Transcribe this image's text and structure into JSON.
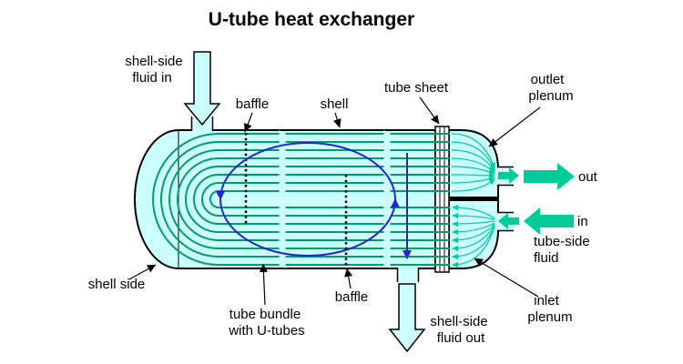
{
  "title": "U-tube heat exchanger",
  "colors": {
    "shell": "#ccffff",
    "pale": "#ccffff",
    "tube": "#009e60",
    "teal": "#00cc99",
    "blue": "#2222dd"
  },
  "labels": {
    "shell_side_fluid_in_1": "shell-side",
    "shell_side_fluid_in_2": "fluid in",
    "baffle_top": "baffle",
    "shell": "shell",
    "tube_sheet": "tube sheet",
    "outlet_plenum_1": "outlet",
    "outlet_plenum_2": "plenum",
    "out": "out",
    "in": "in",
    "tube_side_fluid_1": "tube-side",
    "tube_side_fluid_2": "fluid",
    "inlet_plenum_1": "inlet",
    "inlet_plenum_2": "plenum",
    "shell_side": "shell side",
    "tube_bundle_1": "tube bundle",
    "tube_bundle_2": "with U-tubes",
    "baffle_bottom": "baffle",
    "shell_side_fluid_out_1": "shell-side",
    "shell_side_fluid_out_2": "fluid out"
  }
}
